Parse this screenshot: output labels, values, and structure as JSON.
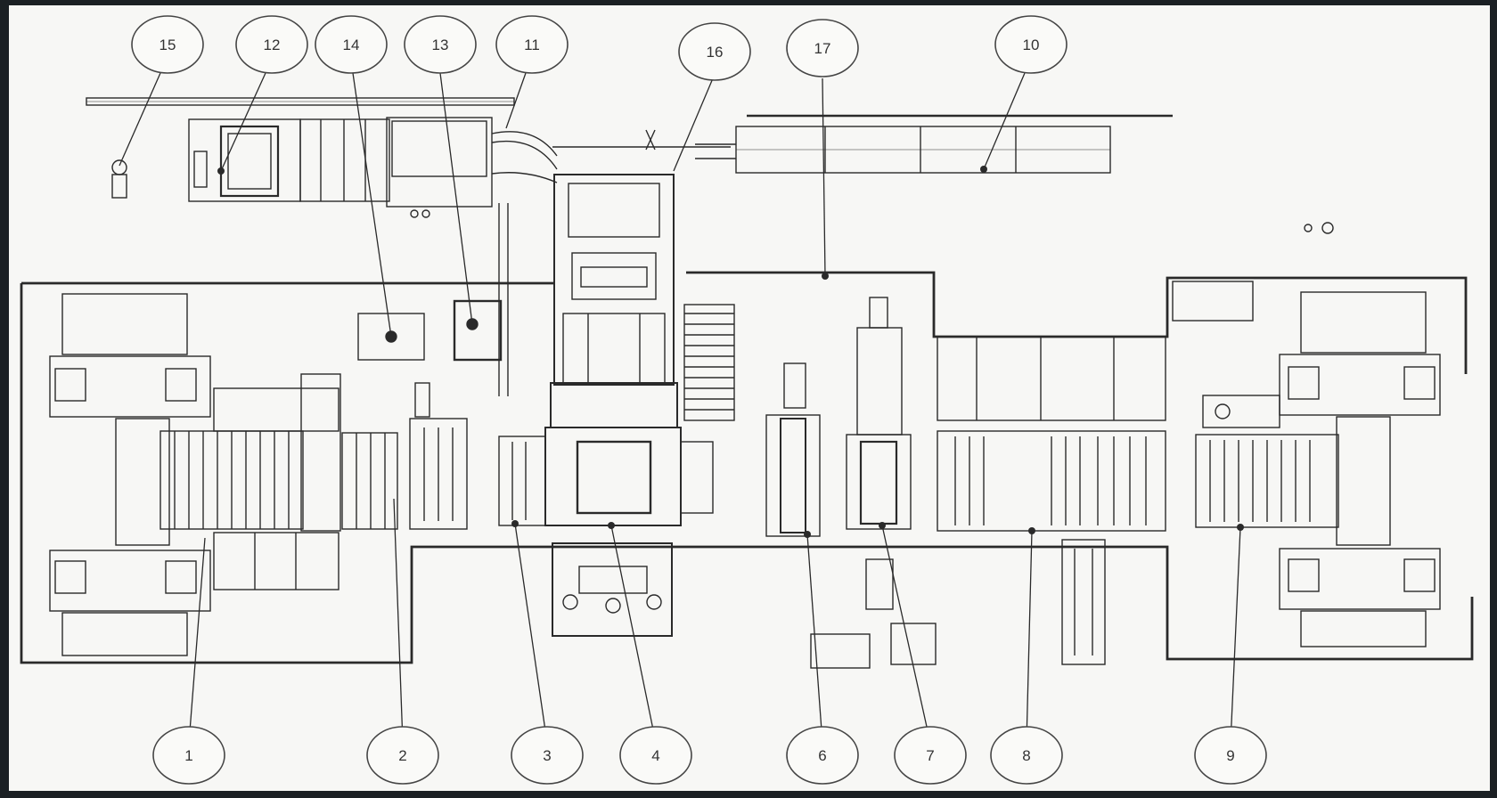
{
  "colors": {
    "frame": "#1b2024",
    "paper": "#f7f7f5",
    "line": "#2a2a2a",
    "callout_stroke": "#444444"
  },
  "callouts": [
    {
      "id": "c15",
      "label": "15"
    },
    {
      "id": "c12",
      "label": "12"
    },
    {
      "id": "c14",
      "label": "14"
    },
    {
      "id": "c13",
      "label": "13"
    },
    {
      "id": "c11",
      "label": "11"
    },
    {
      "id": "c16",
      "label": "16"
    },
    {
      "id": "c17",
      "label": "17"
    },
    {
      "id": "c10",
      "label": "10"
    },
    {
      "id": "c1",
      "label": "1"
    },
    {
      "id": "c2",
      "label": "2"
    },
    {
      "id": "c3",
      "label": "3"
    },
    {
      "id": "c4",
      "label": "4"
    },
    {
      "id": "c6",
      "label": "6"
    },
    {
      "id": "c7",
      "label": "7"
    },
    {
      "id": "c8",
      "label": "8"
    },
    {
      "id": "c9",
      "label": "9"
    }
  ]
}
